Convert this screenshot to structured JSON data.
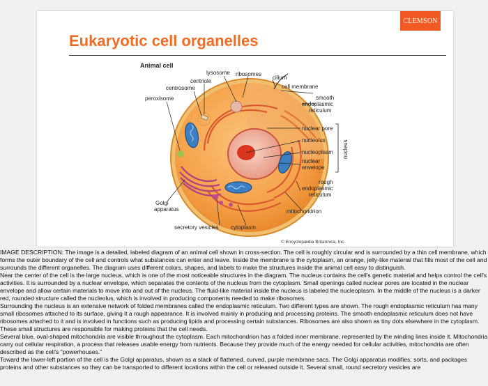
{
  "logo": "CLEMSON",
  "title": "Eukaryotic cell organelles",
  "figure": {
    "heading": "Animal cell",
    "labels": {
      "lysosome": "lysosome",
      "ribosomes": "ribosomes",
      "cilium": "cilium",
      "centriole": "centriole",
      "cell_membrane": "cell membrane",
      "centrosome": "centrosome",
      "peroxisome": "peroxisome",
      "smooth_er_1": "smooth",
      "smooth_er_2": "endoplasmic",
      "smooth_er_3": "reticulum",
      "nuclear_pore": "nuclear pore",
      "nucleolus": "nucleolus",
      "nucleoplasm": "nucleoplasm",
      "nuclear_env_1": "nuclear",
      "nuclear_env_2": "envelope",
      "nucleus": "nucleus",
      "rough_er_1": "rough",
      "rough_er_2": "endoplasmic",
      "rough_er_3": "reticulum",
      "golgi_1": "Golgi",
      "golgi_2": "apparatus",
      "mitochondrion": "mitochondrion",
      "secretory_vesicles": "secretory vesicles",
      "cytoplasm": "cytoplasm"
    },
    "credit": "© Encyclopædia Britannica, Inc."
  },
  "description": [
    "IMAGE DESCRIPTION: The image is a detailed, labeled diagram of an animal cell shown in cross-section. The cell is roughly circular and is surrounded by a thin cell membrane, which forms the outer boundary of the cell and controls what substances can enter and leave. Inside the membrane is the cytoplasm, an orange, jelly-like material that fills most of the cell and surrounds the different organelles. The diagram uses different colors, shapes, and labels to make the structures inside the animal cell easy to distinguish.",
    "Near the center of the cell is the large nucleus, which is one of the most noticeable structures in the diagram. The nucleus contains the cell's genetic material and helps control the cell's activities. It is surrounded by a nuclear envelope, which separates the contents of the nucleus from the cytoplasm. Small openings called nuclear pores are located in the nuclear envelope and allow certain materials to move into and out of the nucleus. The fluid-like material inside the nucleus is labeled the nucleoplasm. In the middle of the nucleus is a darker red, rounded structure called the nucleolus, which is involved in producing components needed to make ribosomes.",
    "Surrounding the nucleus is an extensive network of folded membranes called the endoplasmic reticulum. Two different types are shown. The rough endoplasmic reticulum has many small ribosomes attached to its surface, giving it a rough appearance. It is involved mainly in producing and processing proteins. The smooth endoplasmic reticulum does not have ribosomes attached to it and is involved in functions such as producing lipids and processing certain substances. Ribosomes are also shown as tiny dots elsewhere in the cytoplasm. These small structures are responsible for making proteins that the cell needs.",
    "Several blue, oval-shaped mitochondria are visible throughout the cytoplasm. Each mitochondrion has a folded inner membrane, represented by the winding lines inside it. Mitochondria carry out cellular respiration, a process that releases usable energy from nutrients. Because they provide much of the energy needed for cellular activities, mitochondria are often described as the cell's \"powerhouses.\"",
    "Toward the lower-left portion of the cell is the Golgi apparatus, shown as a stack of flattened, curved, purple membrane sacs. The Golgi apparatus modifies, sorts, and packages proteins and other substances so they can be transported to different locations within the cell or released outside it. Several small, round secretory vesicles are"
  ],
  "colors": {
    "brand": "#f15a22",
    "title": "#f26b21",
    "cytoplasm": "#f6a24a",
    "nucleus": "#f3b3a2",
    "nucleolus": "#d9341e",
    "mitochondria": "#3e7fc4",
    "golgi": "#b0467d"
  }
}
